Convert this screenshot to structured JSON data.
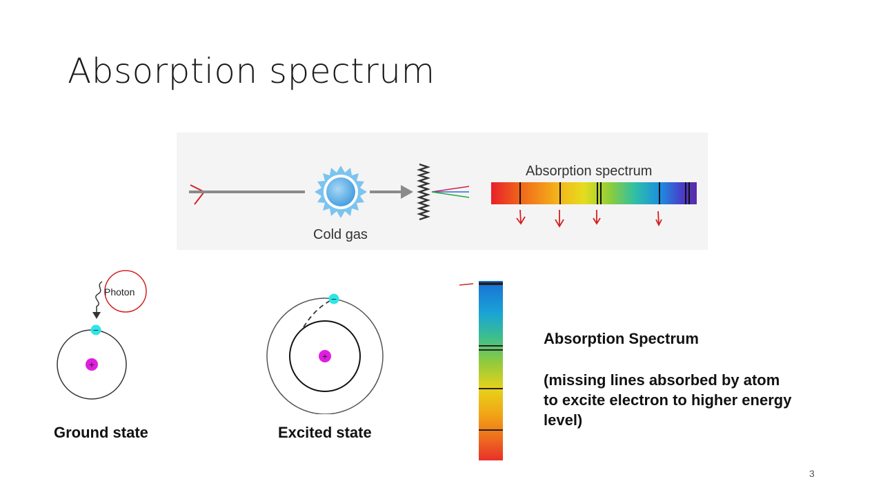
{
  "slide": {
    "title": "Absorption spectrum",
    "page_number": "3"
  },
  "top_panel": {
    "cold_gas_label": "Cold gas",
    "spectrum_label": "Absorption spectrum"
  },
  "diagram": {
    "photon_label": "Photon",
    "ground_state_label": "Ground state",
    "excited_state_label": "Excited state",
    "electron_sign": "−",
    "nucleus_sign": "+"
  },
  "explanation": {
    "title": "Absorption Spectrum",
    "body": "(missing lines absorbed by atom\nto excite electron to higher energy\nlevel)"
  },
  "colors": {
    "electron": "#2ee6e6",
    "nucleus": "#e01ee0",
    "annotation": "#d42020",
    "gas_blue": "#4aa8e8"
  }
}
